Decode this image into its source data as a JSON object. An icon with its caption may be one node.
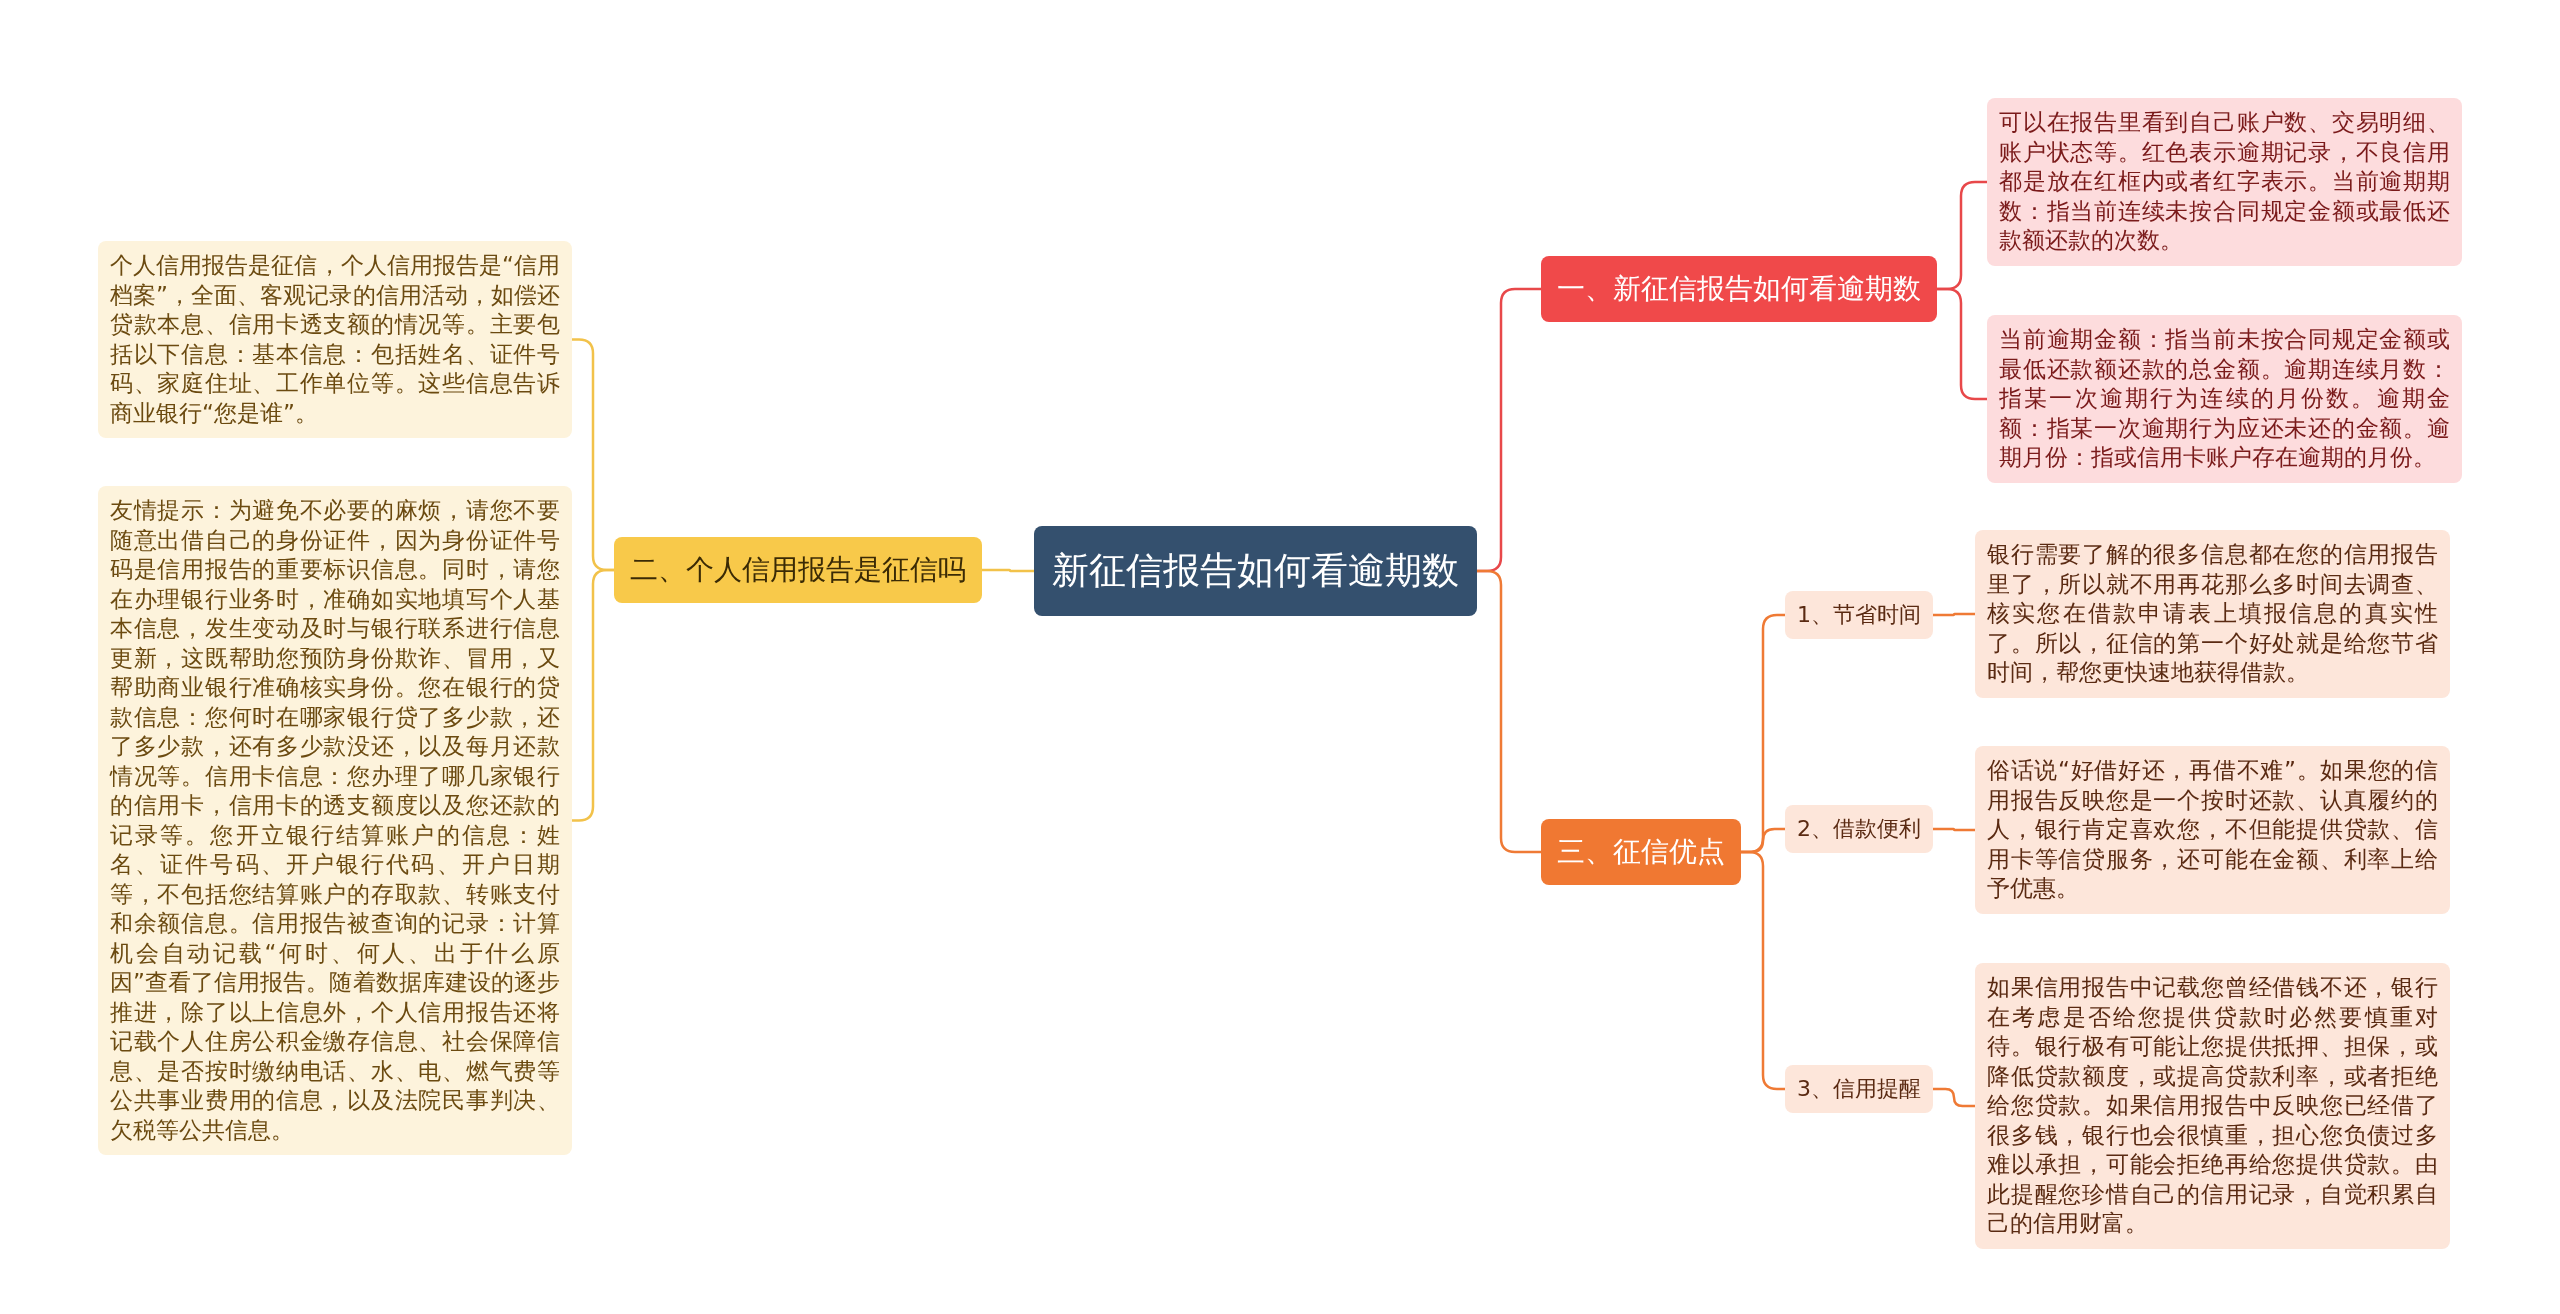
{
  "diagram": {
    "nodes": [
      {
        "text": [
          "新征信报告如何看逾期数"
        ]
      },
      {
        "text": [
          "一、新征信报告如何看逾期数"
        ]
      },
      {
        "text": [
          "可以在报告里看到自己账户数、交易明细、账户状态等。红色表示逾期记录，不良信用都是放在红框内或者红字表示。当前逾期期数：指当前连续未按合同规定金额或最低还款额还款的次数。"
        ]
      },
      {
        "text": [
          "当前逾期金额：指当前未按合同规定金额或最低还款额还款的总金额。逾期连续月数：指某一次逾期行为连续的月份数。逾期金额：指某一次逾期行为应还未还的金额。逾期月份：指或信用卡账户存在逾期的月份。"
        ]
      },
      {
        "text": [
          "二、个人信用报告是征信吗"
        ]
      },
      {
        "text": [
          "个人信用报告是征信，个人信用报告是“信用档案”，全面、客观记录的信用活动，如偿还贷款本息、信用卡透支额的情况等。主要包括以下信息：基本信息：包括姓名、证件号码、家庭住址、工作单位等。这些信息告诉商业银行“您是谁”。"
        ]
      },
      {
        "text": [
          "友情提示：为避免不必要的麻烦，请您不要随意出借自己的身份证件，因为身份证件号码是信用报告的重要标识信息。同时，请您在办理银行业务时，准确如实地填写个人基本信息，发生变动及时与银行联系进行信息更新，这既帮助您预防身份欺诈、冒用，又帮助商业银行准确核实身份。您在银行的贷款信息：您何时在哪家银行贷了多少款，还了多少款，还有多少款没还，以及每月还款情况等。信用卡信息：您办理了哪几家银行的信用卡，信用卡的透支额度以及您还款的记录等。您开立银行结算账户的信息：姓名、证件号码、开户银行代码、开户日期等，不包括您结算账户的存取款、转账支付和余额信息。信用报告被查询的记录：计算机会自动记载“何时、何人、出于什么原因”查看了信用报告。随着数据库建设的逐步推进，除了以上信息外，个人信用报告还将记载个人住房公积金缴存信息、社会保障信息、是否按时缴纳电话、水、电、燃气费等公共事业费用的信息，以及法院民事判决、欠税等公共信息。"
        ]
      },
      {
        "text": [
          "三、征信优点"
        ]
      },
      {
        "text": [
          "1、节省时间"
        ]
      },
      {
        "text": [
          "银行需要了解的很多信息都在您的信用报告里了，所以就不用再花那么多时间去调查、核实您在借款申请表上填报信息的真实性了。所以，征信的第一个好处就是给您节省时间，帮您更快速地获得借款。"
        ]
      },
      {
        "text": [
          "2、借款便利"
        ]
      },
      {
        "text": [
          "俗话说“好借好还，再借不难”。如果您的信用报告反映您是一个按时还款、认真履约的人，银行肯定喜欢您，不但能提供贷款、信用卡等信贷服务，还可能在金额、利率上给予优惠。"
        ]
      },
      {
        "text": [
          "3、信用提醒"
        ]
      },
      {
        "text": [
          "如果信用报告中记载您曾经借钱不还，银行在考虑是否给您提供贷款时必然要慎重对待。银行极有可能让您提供抵押、担保，或降低贷款额度，或提高贷款利率，或者拒绝给您贷款。如果信用报告中反映您已经借了很多钱，银行也会很慎重，担心您负债过多难以承担，可能会拒绝再给您提供贷款。由此提醒您珍惜自己的信用记录，自觉积累自己的信用财富。"
        ]
      }
    ],
    "edges": [
      {
        "from": 0,
        "to": 1,
        "arrow": "none",
        "color": "#e8484a"
      },
      {
        "from": 1,
        "to": 2,
        "arrow": "none",
        "color": "#e8484a"
      },
      {
        "from": 1,
        "to": 3,
        "arrow": "none",
        "color": "#e8484a"
      },
      {
        "from": 0,
        "to": 4,
        "arrow": "none",
        "color": "#f2c24a"
      },
      {
        "from": 4,
        "to": 5,
        "arrow": "none",
        "color": "#f2c24a"
      },
      {
        "from": 4,
        "to": 6,
        "arrow": "none",
        "color": "#f2c24a"
      },
      {
        "from": 0,
        "to": 7,
        "arrow": "none"
      },
      {
        "from": 7,
        "to": 8,
        "arrow": "none"
      },
      {
        "from": 8,
        "to": 9,
        "arrow": "none"
      },
      {
        "from": 7,
        "to": 10,
        "arrow": "none"
      },
      {
        "from": 10,
        "to": 11,
        "arrow": "none"
      },
      {
        "from": 7,
        "to": 12,
        "arrow": "none"
      },
      {
        "from": 12,
        "to": 13,
        "arrow": "none"
      }
    ]
  }
}
